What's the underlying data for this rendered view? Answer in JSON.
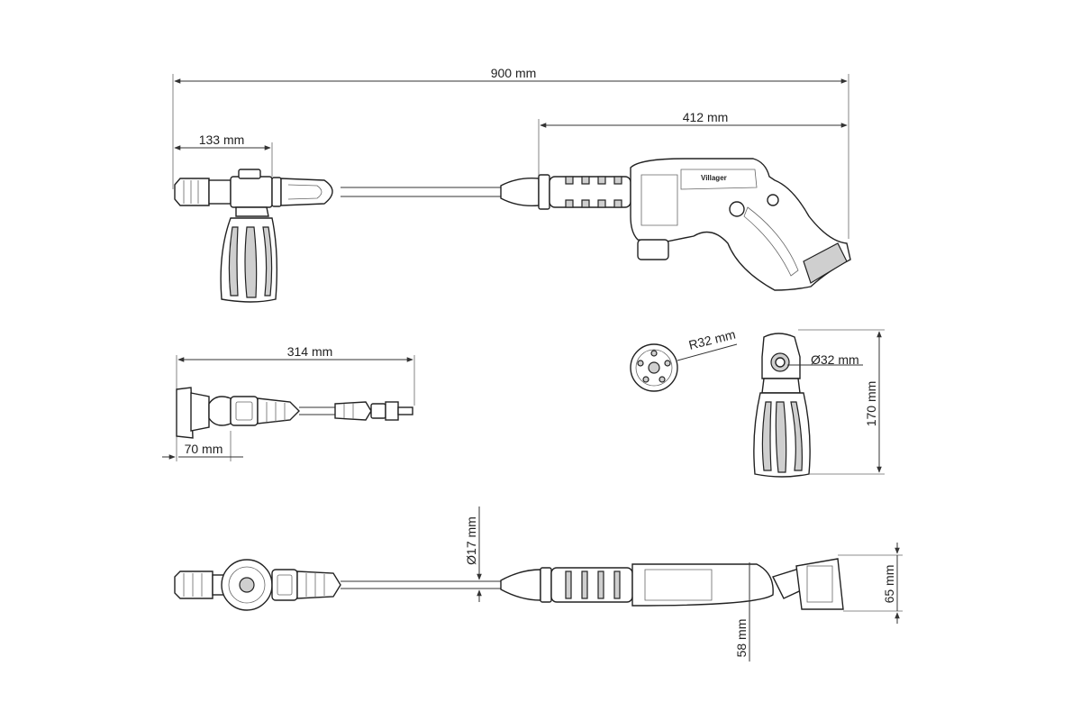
{
  "dimensions": {
    "total_length": "900 mm",
    "tip_length": "133 mm",
    "body_length": "412 mm",
    "lance_length": "314 mm",
    "lance_tip": "70 mm",
    "nozzle_radius": "R32 mm",
    "nozzle_diameter": "Ø32 mm",
    "bottle_height": "170 mm",
    "tube_diameter": "Ø17 mm",
    "handle_width": "58 mm",
    "battery_width": "65 mm"
  },
  "brand": {
    "logo_text": "Villager"
  }
}
